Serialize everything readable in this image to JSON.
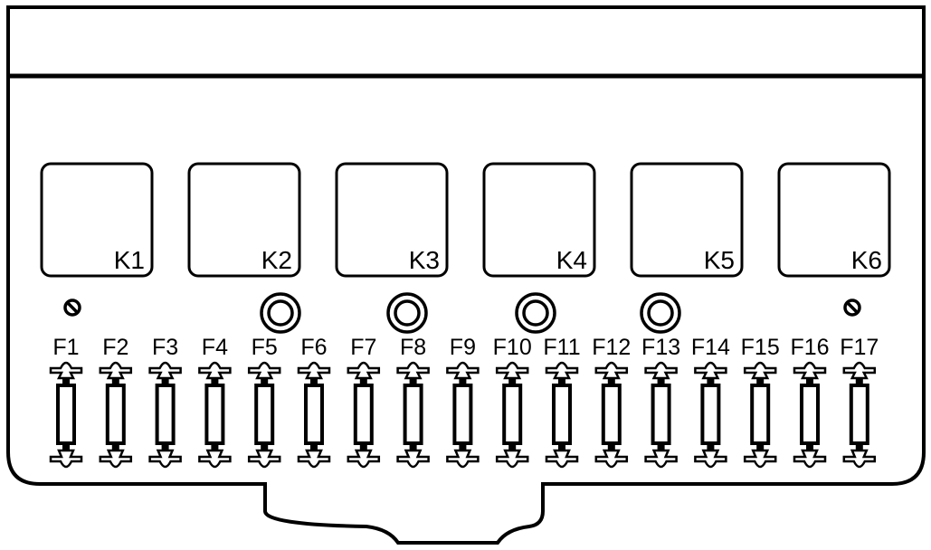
{
  "title": "Fuse and relay box layout",
  "relays": [
    "K1",
    "K2",
    "K3",
    "K4",
    "K5",
    "K6"
  ],
  "fuses": [
    "F1",
    "F2",
    "F3",
    "F4",
    "F5",
    "F6",
    "F7",
    "F8",
    "F9",
    "F10",
    "F11",
    "F12",
    "F13",
    "F14",
    "F15",
    "F16",
    "F17"
  ],
  "colors": {
    "line": "#000000",
    "background": "#ffffff"
  }
}
